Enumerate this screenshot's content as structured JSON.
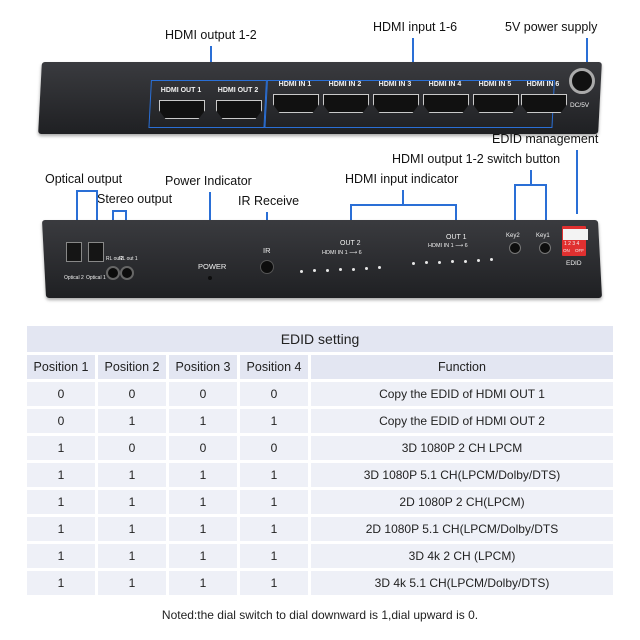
{
  "callouts": {
    "hdmi_output": "HDMI output 1-2",
    "hdmi_input": "HDMI input 1-6",
    "power_supply": "5V power supply",
    "edid_management": "EDID management",
    "output_switch": "HDMI output 1-2 switch button",
    "input_indicator": "HDMI input indicator",
    "optical_output": "Optical output",
    "stereo_output": "Stereo output",
    "power_indicator": "Power Indicator",
    "ir_receive": "IR Receive"
  },
  "back_panel": {
    "ports": [
      "HDMI OUT 1",
      "HDMI OUT 2",
      "HDMI IN 1",
      "HDMI IN 2",
      "HDMI IN 3",
      "HDMI IN 4",
      "HDMI IN 5",
      "HDMI IN 6"
    ],
    "dc_label": "DC/5V"
  },
  "front_panel": {
    "optical2": "Optical 2",
    "optical1": "Optical 1",
    "rlout2": "RL out2",
    "rlout1": "RL out 1",
    "power": "POWER",
    "ir": "IR",
    "out2": "OUT 2",
    "out2_range": "HDMI IN 1 ⟶ 6",
    "out1": "OUT 1",
    "out1_range": "HDMI IN 1 ⟶ 6",
    "key2": "Key2",
    "key1": "Key1",
    "edid": "EDID",
    "dip_numbers": "1 2 3 4",
    "dip_on": "ON",
    "dip_off": "OFF"
  },
  "table": {
    "title": "EDID setting",
    "headers": [
      "Position 1",
      "Position 2",
      "Position 3",
      "Position 4",
      "Function"
    ],
    "rows": [
      [
        "0",
        "0",
        "0",
        "0",
        "Copy the EDID of HDMI OUT 1"
      ],
      [
        "0",
        "1",
        "1",
        "1",
        "Copy the EDID of HDMI OUT 2"
      ],
      [
        "1",
        "0",
        "0",
        "0",
        "3D 1080P 2 CH LPCM"
      ],
      [
        "1",
        "1",
        "1",
        "1",
        "3D 1080P 5.1 CH(LPCM/Dolby/DTS)"
      ],
      [
        "1",
        "1",
        "1",
        "1",
        "2D 1080P 2 CH(LPCM)"
      ],
      [
        "1",
        "1",
        "1",
        "1",
        "2D 1080P 5.1 CH(LPCM/Dolby/DTS"
      ],
      [
        "1",
        "1",
        "1",
        "1",
        "3D 4k 2 CH (LPCM)"
      ],
      [
        "1",
        "1",
        "1",
        "1",
        "3D 4k 5.1 CH(LPCM/Dolby/DTS)"
      ]
    ]
  },
  "note": "Noted:the dial switch to dial downward is 1,dial upward is 0."
}
